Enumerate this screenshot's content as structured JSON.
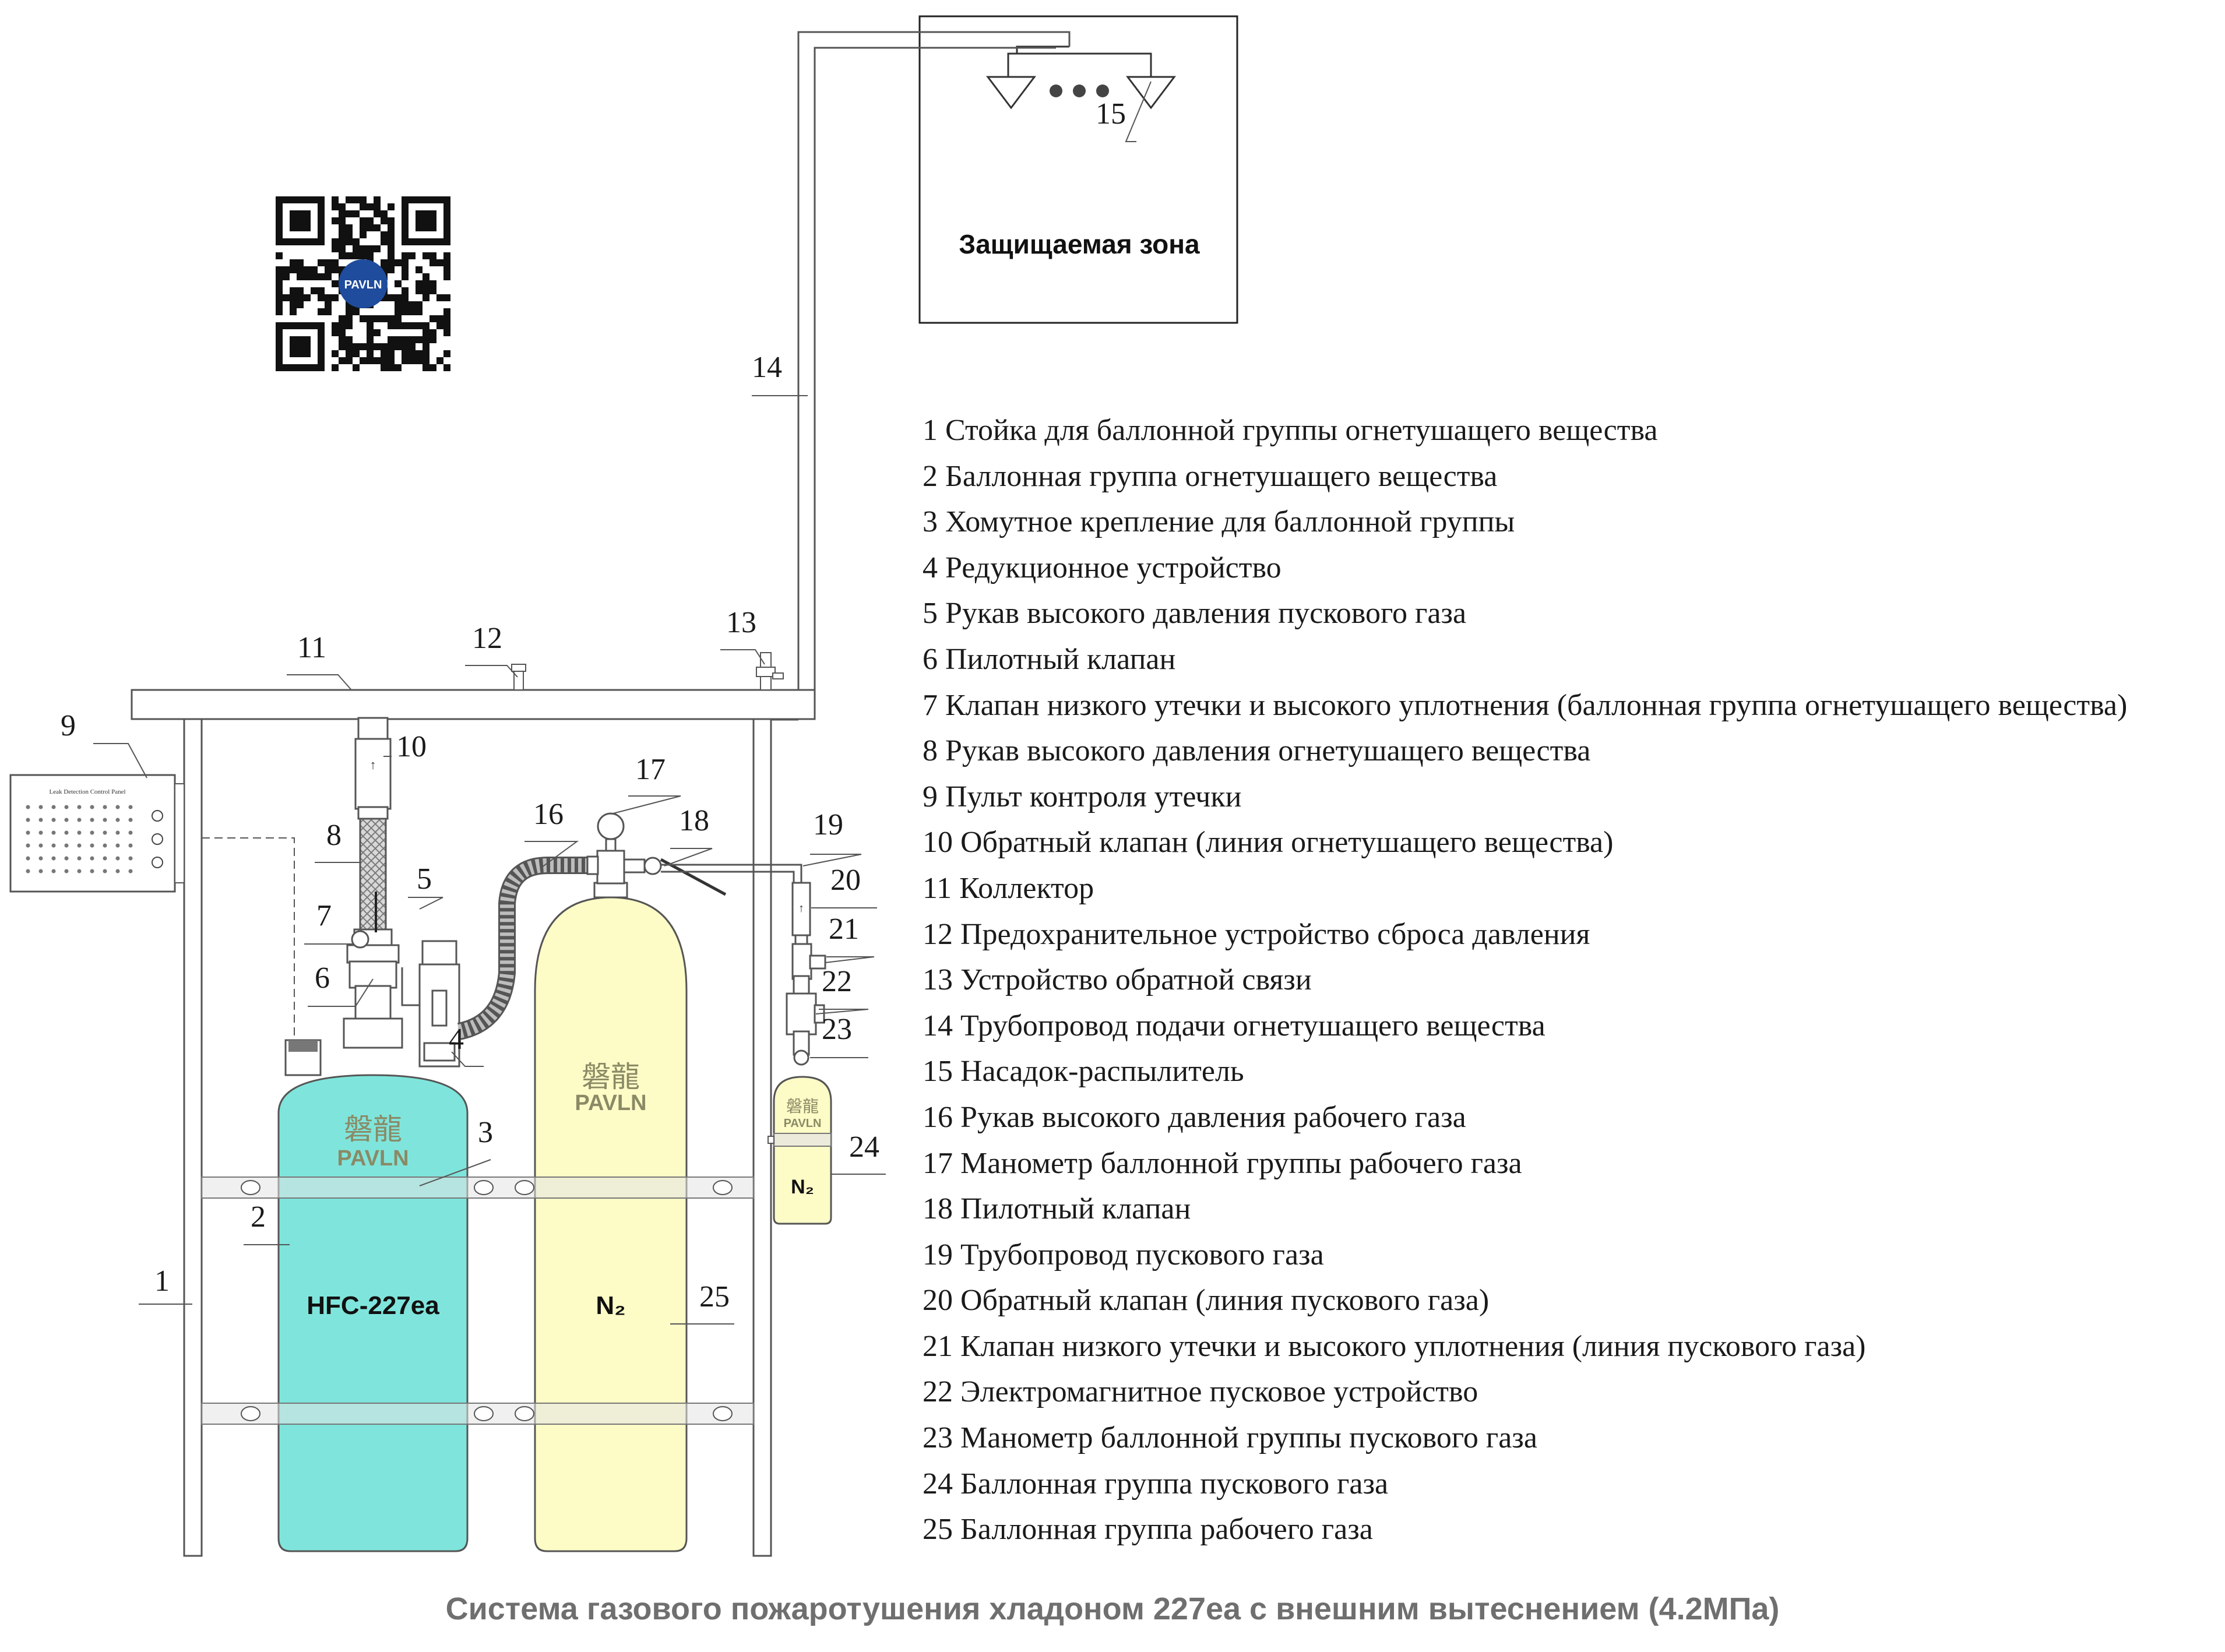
{
  "zone": {
    "label": "Защищаемая зона"
  },
  "qr": {
    "logo_text": "PAVLN"
  },
  "panel": {
    "title": "Leak Detection Control Panel"
  },
  "cylinders": {
    "agent": {
      "brand_cn": "磐龍",
      "brand": "PAVLN",
      "label": "HFC-227ea",
      "color": "#7fe5dc"
    },
    "working": {
      "brand_cn": "磐龍",
      "brand": "PAVLN",
      "label": "N₂",
      "color": "#fdfbc6"
    },
    "starter": {
      "brand_cn": "磐龍",
      "brand": "PAVLN",
      "label": "N₂",
      "color": "#fdfbc6"
    }
  },
  "callouts": [
    "1",
    "2",
    "3",
    "4",
    "5",
    "6",
    "7",
    "8",
    "9",
    "10",
    "11",
    "12",
    "13",
    "14",
    "15",
    "16",
    "17",
    "18",
    "19",
    "20",
    "21",
    "22",
    "23",
    "24",
    "25"
  ],
  "legend": [
    "1 Стойка для баллонной группы огнетушащего вещества",
    "2 Баллонная группа огнетушащего вещества",
    "3 Хомутное крепление для баллонной группы",
    "4 Редукционное устройство",
    "5 Рукав высокого давления пускового газа",
    "6 Пилотный клапан",
    "7 Клапан низкого утечки и высокого уплотнения (баллонная группа огнетушащего вещества)",
    "8 Рукав высокого давления огнетушащего вещества",
    "9 Пульт контроля утечки",
    "10 Обратный клапан (линия огнетушащего вещества)",
    "11 Коллектор",
    "12 Предохранительное устройство сброса давления",
    "13 Устройство обратной связи",
    "14 Трубопровод подачи огнетушащего вещества",
    "15 Насадок-распылитель",
    "16 Рукав высокого давления рабочего газа",
    "17 Манометр баллонной группы рабочего газа",
    "18 Пилотный клапан",
    "19 Трубопровод пускового газа",
    "20 Обратный клапан (линия пускового газа)",
    "21 Клапан низкого утечки и высокого уплотнения (линия пускового газа)",
    "22 Электромагнитное пусковое устройство",
    "23 Манометр баллонной группы пускового газа",
    "24 Баллонная группа пускового газа",
    "25 Баллонная группа рабочего газа"
  ],
  "caption": "Система газового пожаротушения хладоном 227ea с внешним вытеснением (4.2МПа)"
}
